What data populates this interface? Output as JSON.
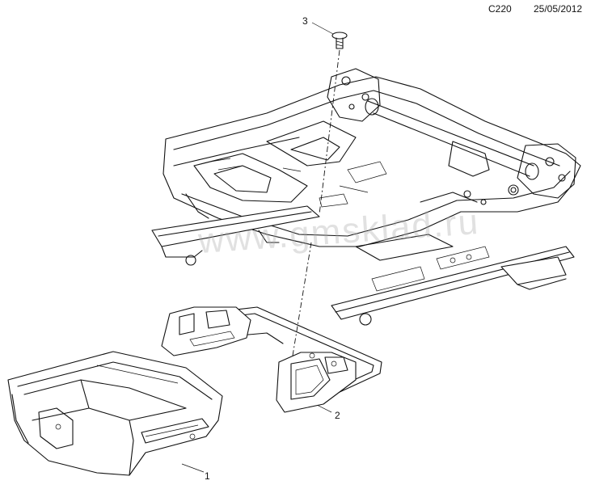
{
  "header": {
    "code": "C220",
    "date": "25/05/2012"
  },
  "callouts": {
    "one": "1",
    "two": "2",
    "three": "3"
  },
  "watermark": "www.gmsklad.ru"
}
